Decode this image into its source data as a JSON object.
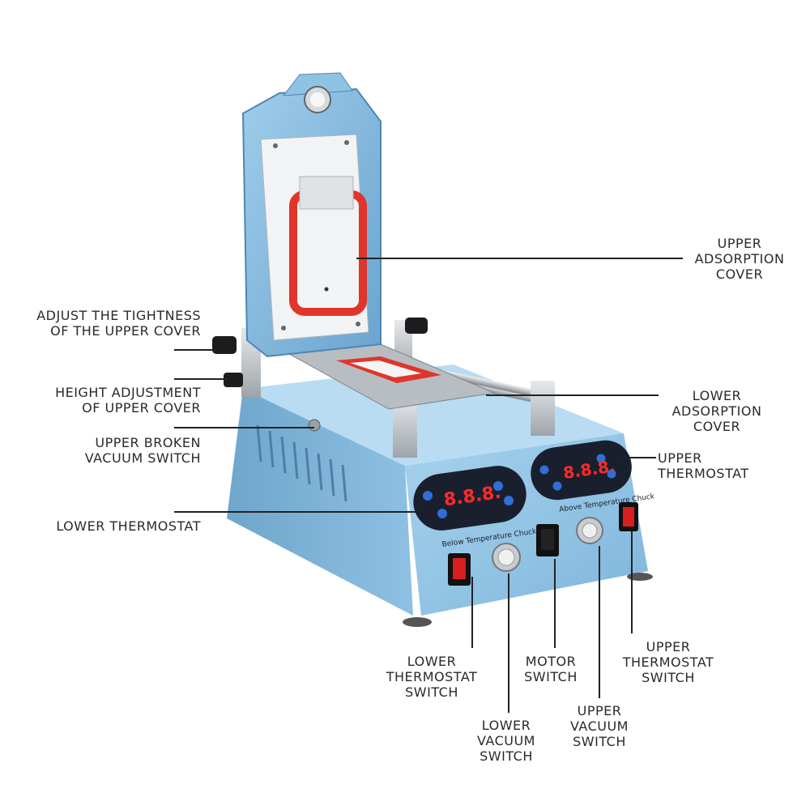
{
  "labels": {
    "upper_adsorption_cover": "UPPER\nADSORPTION\nCOVER",
    "adjust_tightness": "ADJUST THE TIGHTNESS\nOF THE UPPER COVER",
    "height_adjustment": "HEIGHT ADJUSTMENT\nOF UPPER COVER",
    "upper_broken_vacuum_switch": "UPPER BROKEN\nVACUUM SWITCH",
    "lower_thermostat": "LOWER THERMOSTAT",
    "lower_adsorption_cover": "LOWER\nADSORPTION\nCOVER",
    "upper_thermostat": "UPPER\nTHERMOSTAT",
    "lower_thermostat_switch": "LOWER\nTHERMOSTAT\nSWITCH",
    "motor_switch": "MOTOR\nSWITCH",
    "upper_thermostat_switch": "UPPER\nTHERMOSTAT\nSWITCH",
    "lower_vacuum_switch": "LOWER\nVACUUM\nSWITCH",
    "upper_vacuum_switch": "UPPER\nVACUUM\nSWITCH"
  },
  "panel": {
    "left_display": "8.8.8.",
    "right_display": "8.8.8.",
    "left_caption": "Below Temperature Chuck",
    "right_caption": "Above Temperature Chuck"
  },
  "colors": {
    "body_blue": "#8fc3e4",
    "panel_dark": "#1a1f2e",
    "display_red": "#ff2a2a",
    "button_blue": "#2f6fd6",
    "rocker_red": "#d81f1f",
    "adsorption_red": "#e0352b",
    "label_line": "#222222"
  },
  "icons": [
    "pressure-gauge-icon",
    "knob-icon",
    "rocker-switch-icon",
    "push-button-icon"
  ]
}
